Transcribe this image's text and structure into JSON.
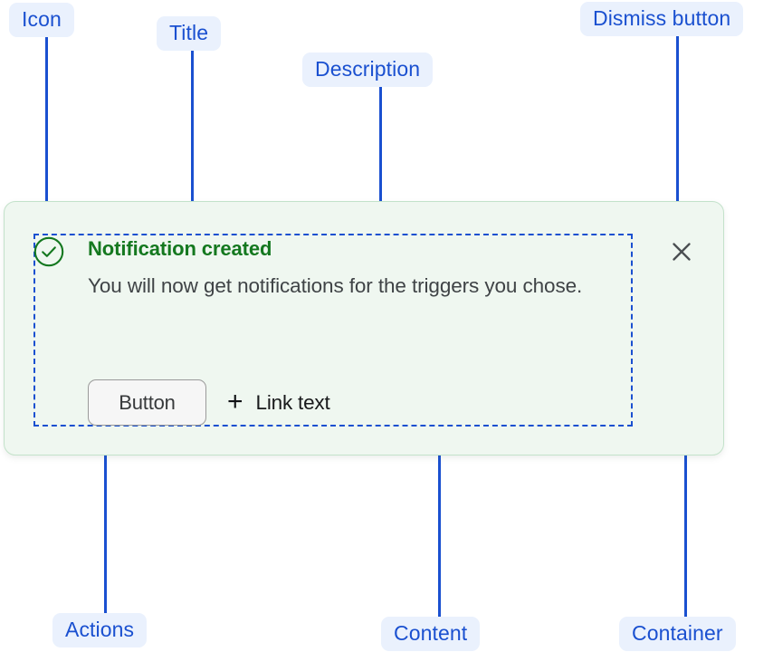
{
  "annotations": [
    {
      "id": "icon",
      "label": "Icon"
    },
    {
      "id": "title",
      "label": "Title"
    },
    {
      "id": "desc",
      "label": "Description"
    },
    {
      "id": "dismiss",
      "label": "Dismiss button"
    },
    {
      "id": "actions",
      "label": "Actions"
    },
    {
      "id": "content",
      "label": "Content"
    },
    {
      "id": "container",
      "label": "Container"
    }
  ],
  "notification": {
    "icon_name": "check-circle-icon",
    "title": "Notification created",
    "description": "You will now get notifications for the triggers you chose.",
    "actions": {
      "button_label": "Button",
      "link_plus_glyph": "+",
      "link_label": "Link text"
    },
    "dismiss_icon_name": "close-icon"
  },
  "colors": {
    "annotation_blue": "#1a50d0",
    "annotation_badge_bg": "#eaf1fd",
    "card_bg": "#eff7f0",
    "card_border": "#c3e2ca",
    "success_green": "#14781f",
    "description_gray": "#3f4346",
    "button_border": "#9a9a9a",
    "button_bg": "#f6f6f6"
  }
}
